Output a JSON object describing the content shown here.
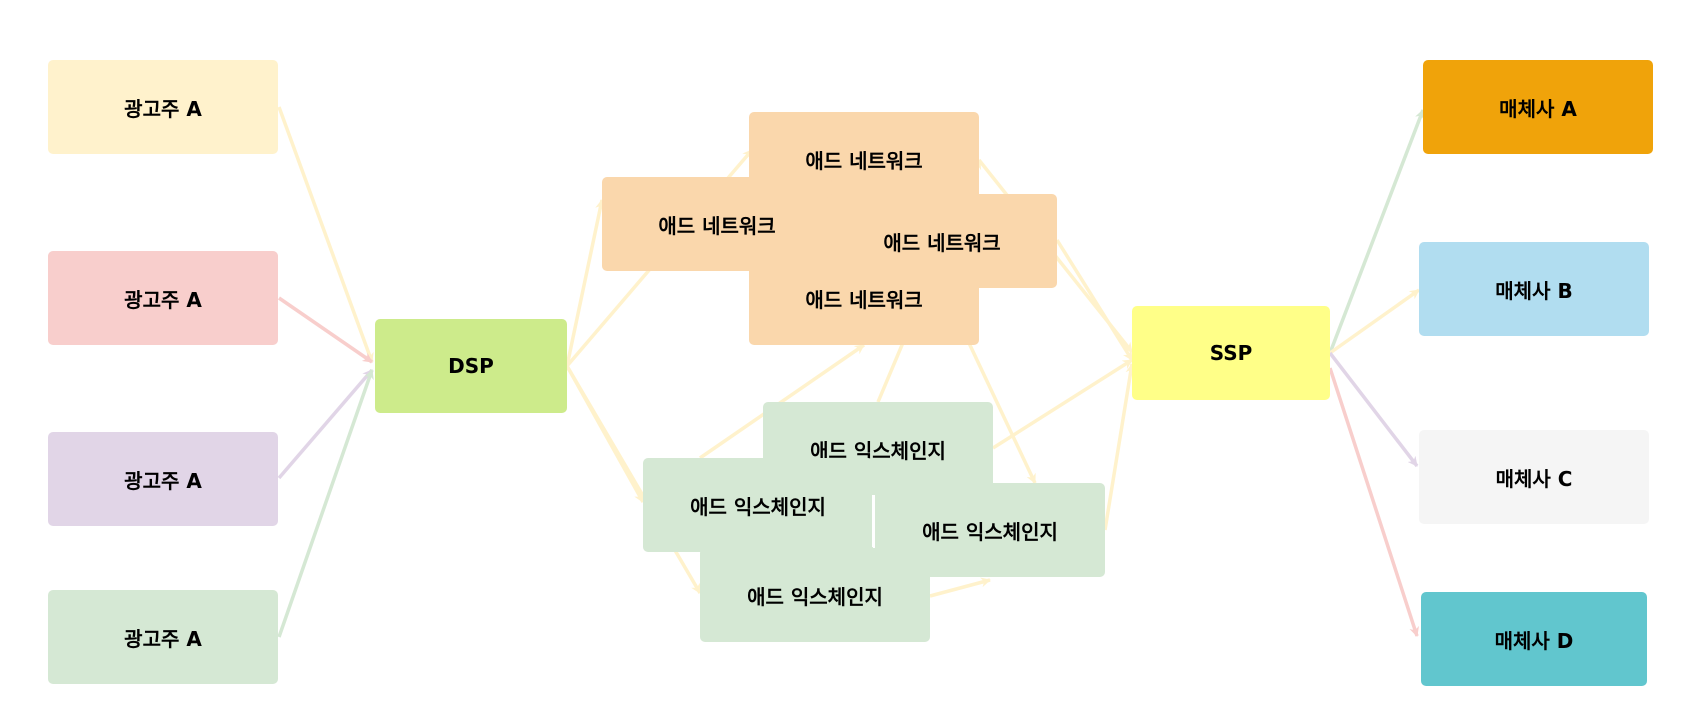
{
  "colors": {
    "advertiser_1": "#FFF2CC",
    "advertiser_2": "#F8CECC",
    "advertiser_3": "#E1D5E7",
    "advertiser_4": "#D5E8D4",
    "dsp": "#CDEB8B",
    "ad_network": "#FAD7AC",
    "ad_exchange": "#D5E8D4",
    "ssp": "#FFFF88",
    "publisher_a": "#F0A30A",
    "publisher_b": "#B1DDF0",
    "publisher_c": "#F5F5F5",
    "publisher_d": "#61C6CE",
    "edge_yellow": "#FFF2CC",
    "edge_red": "#F8CECC",
    "edge_purple": "#E1D5E7",
    "edge_green": "#D5E8D4"
  },
  "advertisers": [
    {
      "label": "광고주 A"
    },
    {
      "label": "광고주 A"
    },
    {
      "label": "광고주 A"
    },
    {
      "label": "광고주 A"
    }
  ],
  "dsp": {
    "label": "DSP"
  },
  "ad_networks": [
    {
      "label": "애드 네트워크"
    },
    {
      "label": "애드 네트워크"
    },
    {
      "label": "애드 네트워크"
    },
    {
      "label": "애드 네트워크"
    }
  ],
  "ad_exchanges": [
    {
      "label": "애드 익스체인지"
    },
    {
      "label": "애드 익스체인지"
    },
    {
      "label": "애드 익스체인지"
    },
    {
      "label": "애드 익스체인지"
    }
  ],
  "ssp": {
    "label": "SSP"
  },
  "publishers": [
    {
      "label": "매체사 A"
    },
    {
      "label": "매체사 B"
    },
    {
      "label": "매체사 C"
    },
    {
      "label": "매체사 D"
    }
  ]
}
